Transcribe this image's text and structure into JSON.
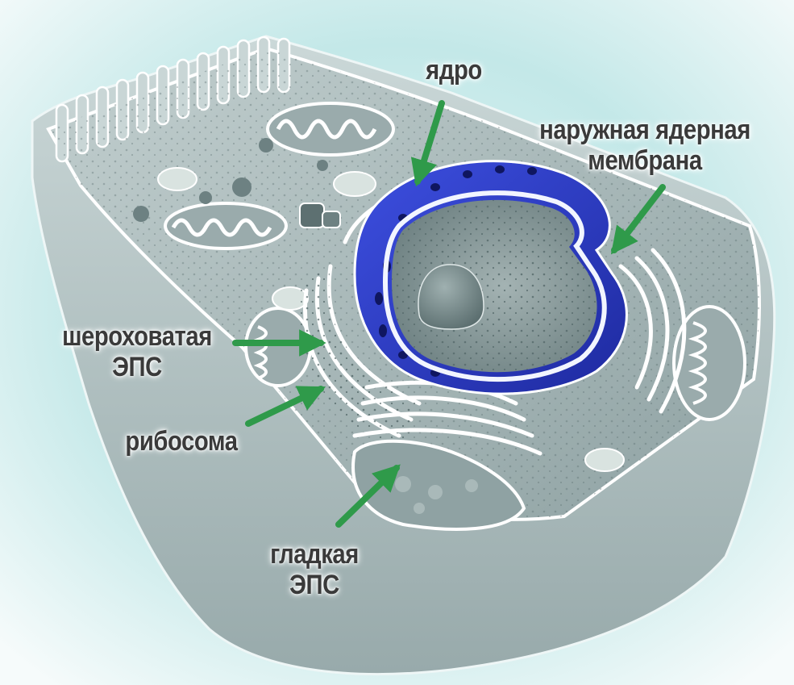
{
  "labels": {
    "nucleus": "ядро",
    "outer_membrane": [
      "наружная ядерная",
      "мембрана"
    ],
    "rough_er": [
      "шероховатая",
      "ЭПС"
    ],
    "ribosome": "рибосома",
    "smooth_er": [
      "гладкая",
      "ЭПС"
    ]
  },
  "colors": {
    "arrow": "#2f9a4a",
    "nuclear_envelope": "#2a38c8",
    "cell_body": "#b9c7c7",
    "label_text": "#3a3a3a",
    "background_glow": "#bfe6e6"
  }
}
